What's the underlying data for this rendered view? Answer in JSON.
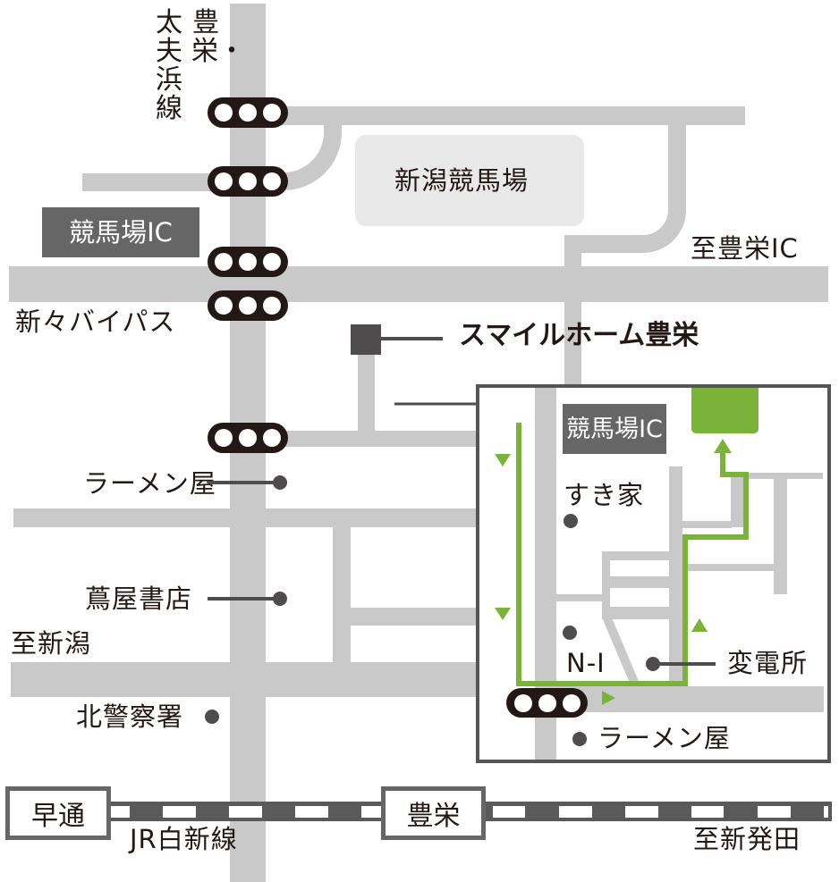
{
  "map": {
    "colors": {
      "road": "#c9c9c9",
      "route_green": "#7bb23a",
      "traffic_light": "#231815",
      "label_box": "#666666",
      "racecourse_fill": "#e9e9e9",
      "building": "#4f4c4d",
      "rail": "#5a5a5a"
    },
    "road_names": {
      "route_vertical_col1": "豊栄・",
      "route_vertical_col2": "太夫浜線",
      "bypass": "新々バイパス",
      "to_niigata": "至新潟",
      "to_toyosaka_ic": "至豊栄IC",
      "to_shibata": "至新発田"
    },
    "interchange_label": "競馬場IC",
    "racecourse_label": "新潟競馬場",
    "destination": {
      "name": "スマイルホーム豊栄",
      "icon": "building-square-icon"
    },
    "landmarks_left": [
      {
        "name": "ラーメン屋",
        "icon": "dot-icon"
      },
      {
        "name": "蔦屋書店",
        "icon": "dot-icon"
      },
      {
        "name": "北警察署",
        "icon": "dot-icon"
      }
    ],
    "traffic_light_icon": "traffic-signal-icon",
    "railway": {
      "line_name": "JR白新線",
      "stations": [
        "早通",
        "豊栄"
      ]
    }
  },
  "inset": {
    "interchange_label": "競馬場IC",
    "landmarks": [
      {
        "name": "すき家",
        "icon": "dot-icon"
      },
      {
        "name": "N-I",
        "icon": "dot-icon"
      },
      {
        "name": "変電所",
        "icon": "dot-icon"
      },
      {
        "name": "ラーメン屋",
        "icon": "dot-icon"
      }
    ],
    "destination_icon": "destination-block-icon",
    "route_arrows": [
      "down-arrow-icon",
      "down-arrow-icon",
      "right-arrow-icon",
      "up-arrow-icon",
      "up-arrow-icon"
    ]
  }
}
